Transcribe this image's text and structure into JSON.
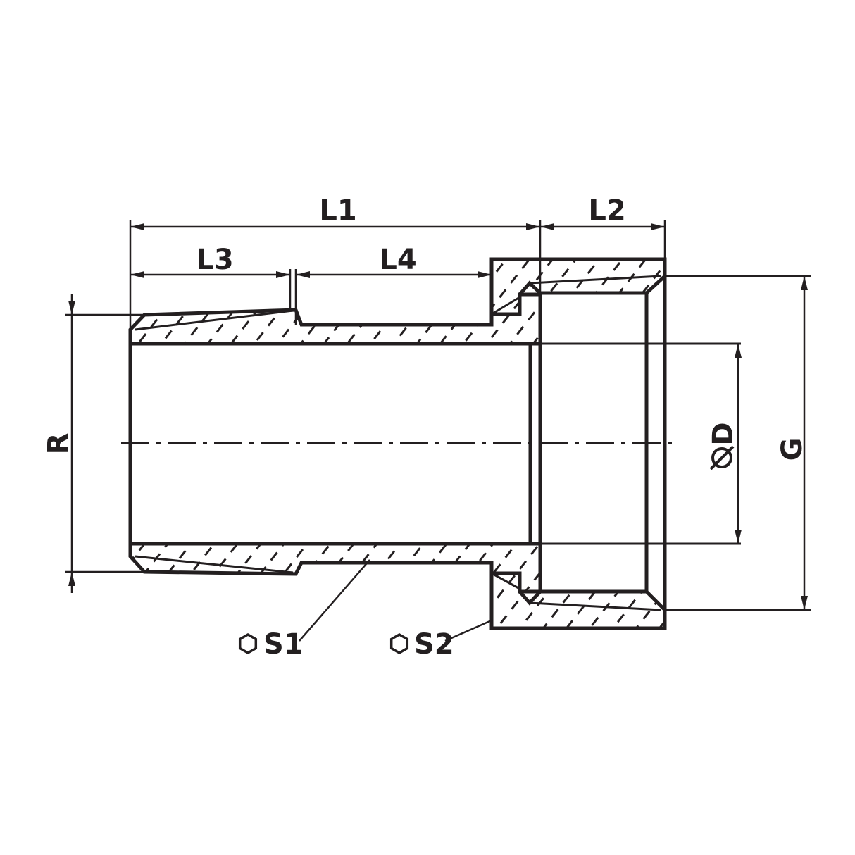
{
  "labels": {
    "l1": "L1",
    "l2": "L2",
    "l3": "L3",
    "l4": "L4",
    "r": "R",
    "d": "D",
    "g": "G",
    "s1": "S1",
    "s2": "S2"
  },
  "icons": {
    "diameter": "diameter-symbol-icon",
    "hex": "hexagon-icon"
  },
  "colors": {
    "line": "#231f20",
    "background": "#ffffff"
  }
}
